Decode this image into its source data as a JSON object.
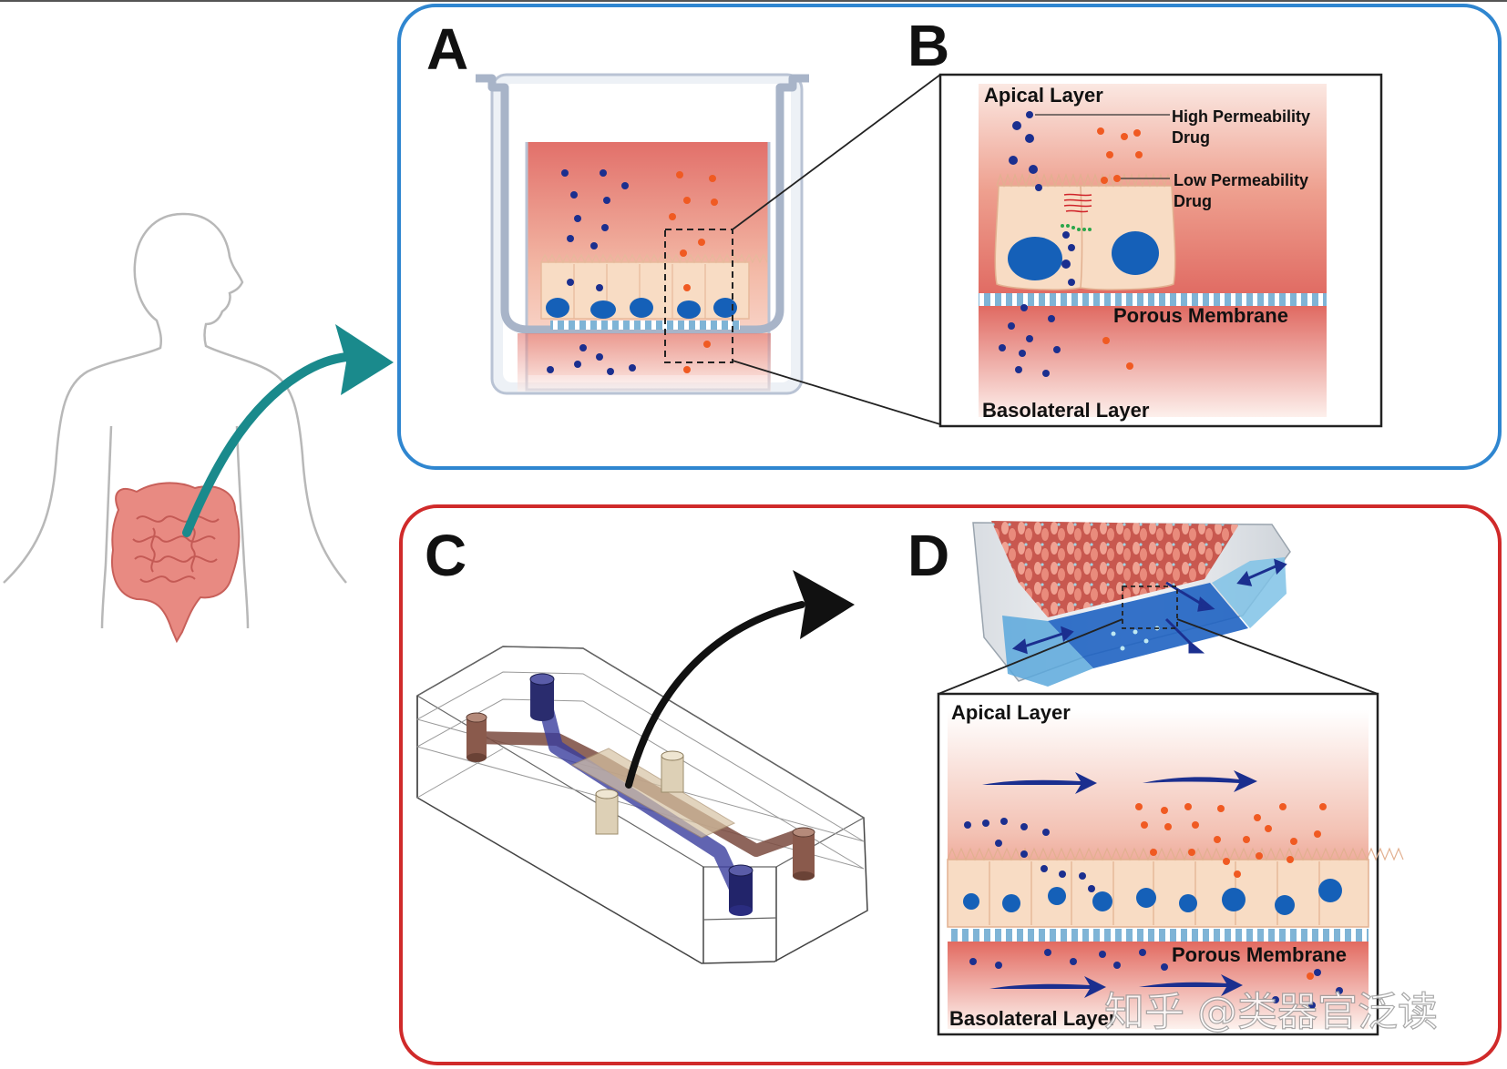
{
  "panels": {
    "a": {
      "letter": "A"
    },
    "b": {
      "letter": "B",
      "apical": "Apical Layer",
      "high_perm_1": "High Permeability",
      "high_perm_2": "Drug",
      "low_perm_1": "Low Permeability",
      "low_perm_2": "Drug",
      "membrane": "Porous Membrane",
      "basolateral": "Basolateral Layer"
    },
    "c": {
      "letter": "C"
    },
    "d": {
      "letter": "D",
      "apical": "Apical Layer",
      "membrane": "Porous Membrane",
      "basolateral": "Basolateral Layer"
    }
  },
  "watermark": "知乎 @类器官泛读",
  "colors": {
    "top_frame": "#2f86d0",
    "bottom_frame": "#d02a2a",
    "high_perm_drug": "#1b2f8f",
    "low_perm_drug": "#f05a22",
    "nucleus": "#1560b8",
    "cell": "#f8dcc4",
    "tissue": "#e2706a",
    "membrane": "#7fb4d6",
    "arrow_teal": "#1a8a8c",
    "intestine": "#e88a82"
  }
}
